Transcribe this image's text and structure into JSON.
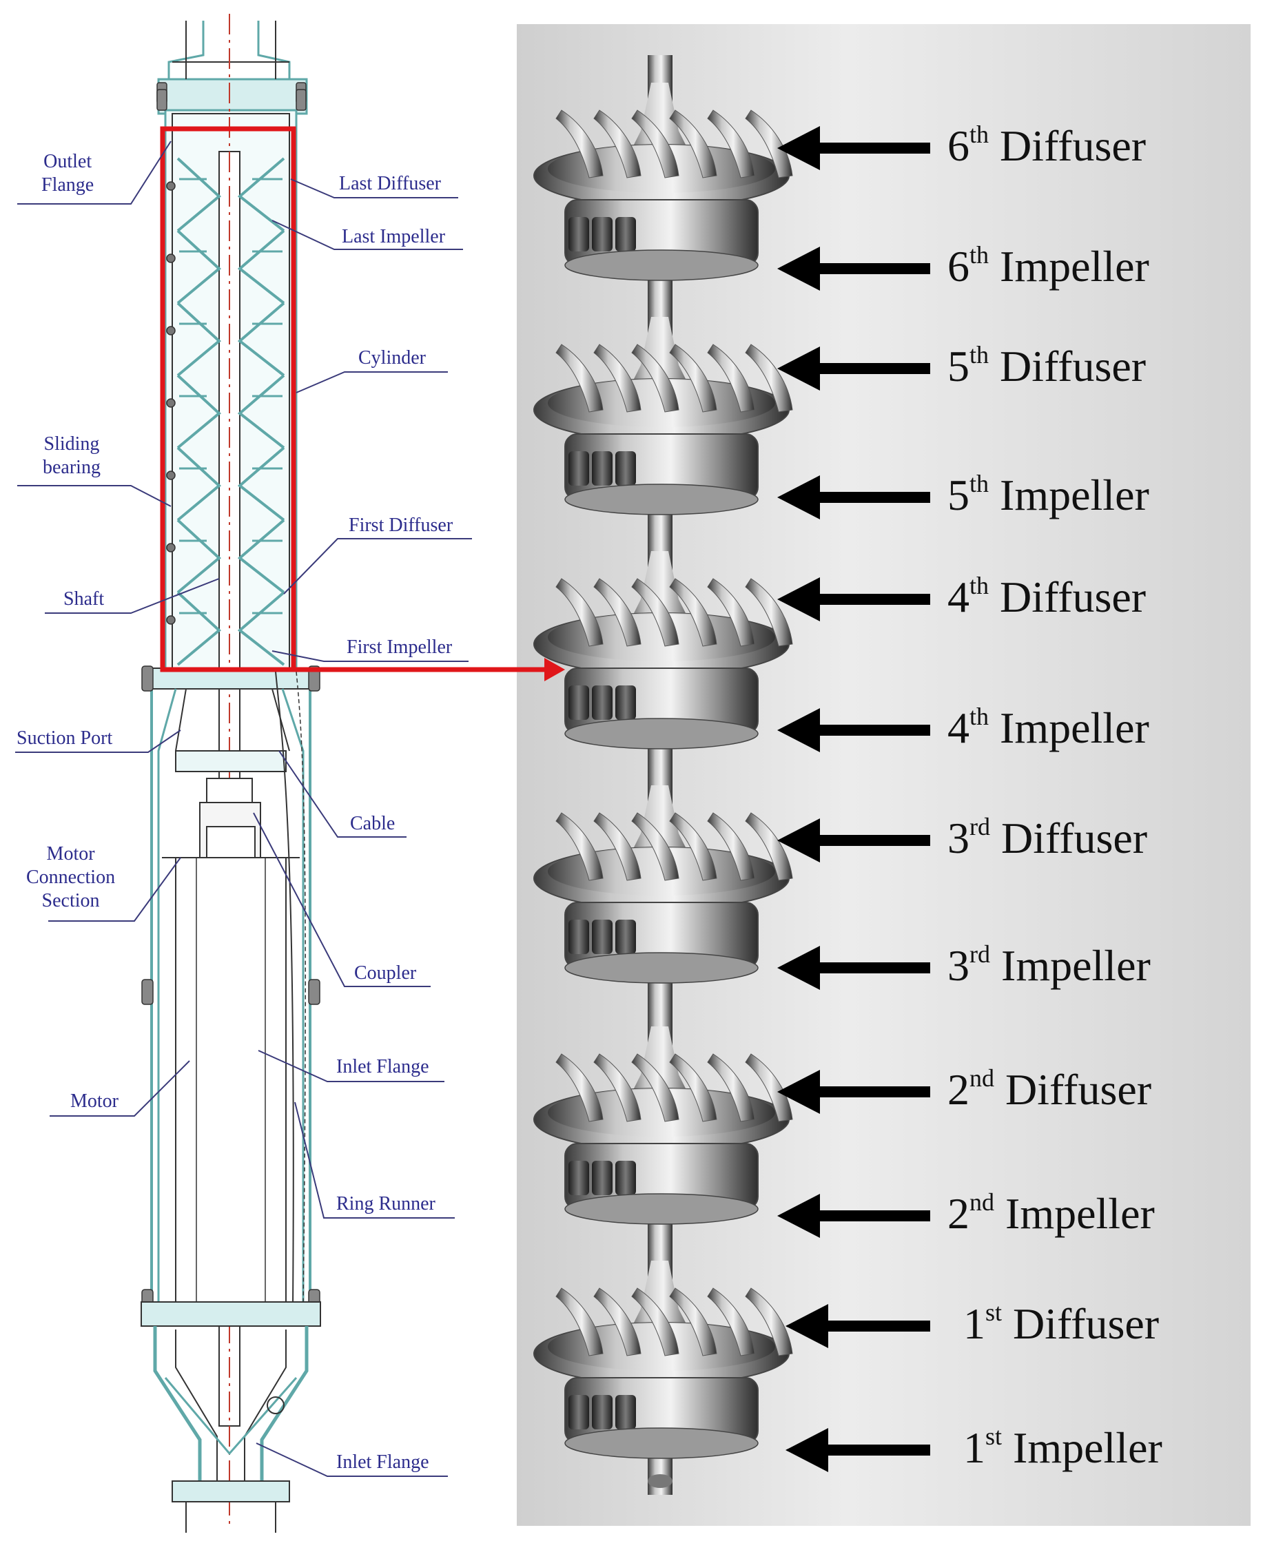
{
  "left_labels": [
    {
      "id": "outlet-flange",
      "text": "Outlet\nFlange"
    },
    {
      "id": "sliding-bearing",
      "text": "Sliding\nbearing"
    },
    {
      "id": "shaft",
      "text": "Shaft"
    },
    {
      "id": "suction-port",
      "text": "Suction Port"
    },
    {
      "id": "motor-connection",
      "text": "Motor\nConnection\nSection"
    },
    {
      "id": "motor",
      "text": "Motor"
    }
  ],
  "right_labels": [
    {
      "id": "last-diffuser",
      "text": "Last Diffuser"
    },
    {
      "id": "last-impeller",
      "text": "Last Impeller"
    },
    {
      "id": "cylinder",
      "text": "Cylinder"
    },
    {
      "id": "first-diffuser",
      "text": "First Diffuser"
    },
    {
      "id": "first-impeller",
      "text": "First Impeller"
    },
    {
      "id": "cable",
      "text": "Cable"
    },
    {
      "id": "coupler",
      "text": "Coupler"
    },
    {
      "id": "inlet-flange-1",
      "text": "Inlet Flange"
    },
    {
      "id": "ring-runner",
      "text": "Ring Runner"
    },
    {
      "id": "inlet-flange-2",
      "text": "Inlet Flange"
    }
  ],
  "stages": [
    {
      "num": "6",
      "sup": "th",
      "name": "Diffuser"
    },
    {
      "num": "6",
      "sup": "th",
      "name": "Impeller"
    },
    {
      "num": "5",
      "sup": "th",
      "name": "Diffuser"
    },
    {
      "num": "5",
      "sup": "th",
      "name": "Impeller"
    },
    {
      "num": "4",
      "sup": "th",
      "name": "Diffuser"
    },
    {
      "num": "4",
      "sup": "th",
      "name": "Impeller"
    },
    {
      "num": "3",
      "sup": "rd",
      "name": "Diffuser"
    },
    {
      "num": "3",
      "sup": "rd",
      "name": "Impeller"
    },
    {
      "num": "2",
      "sup": "nd",
      "name": "Diffuser"
    },
    {
      "num": "2",
      "sup": "nd",
      "name": "Impeller"
    },
    {
      "num": "1",
      "sup": "st",
      "name": "Diffuser"
    },
    {
      "num": "1",
      "sup": "st",
      "name": "Impeller"
    }
  ],
  "colors": {
    "label_text": "#2c2c8c",
    "drawing_line": "#5fa8a8",
    "highlight_box": "#e0161a",
    "render_bg": "#d9d9d9",
    "arrow": "#000000"
  }
}
